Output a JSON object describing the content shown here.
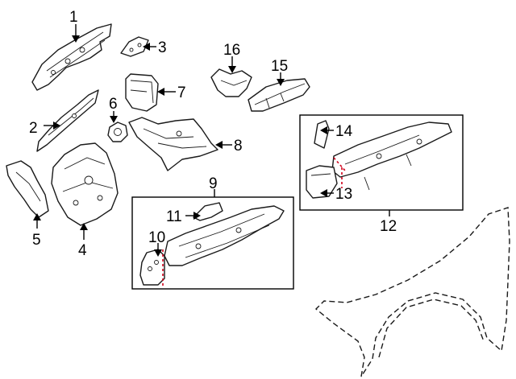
{
  "callouts": {
    "c1": "1",
    "c2": "2",
    "c3": "3",
    "c4": "4",
    "c5": "5",
    "c6": "6",
    "c7": "7",
    "c8": "8",
    "c9": "9",
    "c10": "10",
    "c11": "11",
    "c12": "12",
    "c13": "13",
    "c14": "14",
    "c15": "15",
    "c16": "16"
  },
  "colors": {
    "outline": "#1a1a1a",
    "cut_marker": "#d0021b",
    "background": "#ffffff"
  }
}
